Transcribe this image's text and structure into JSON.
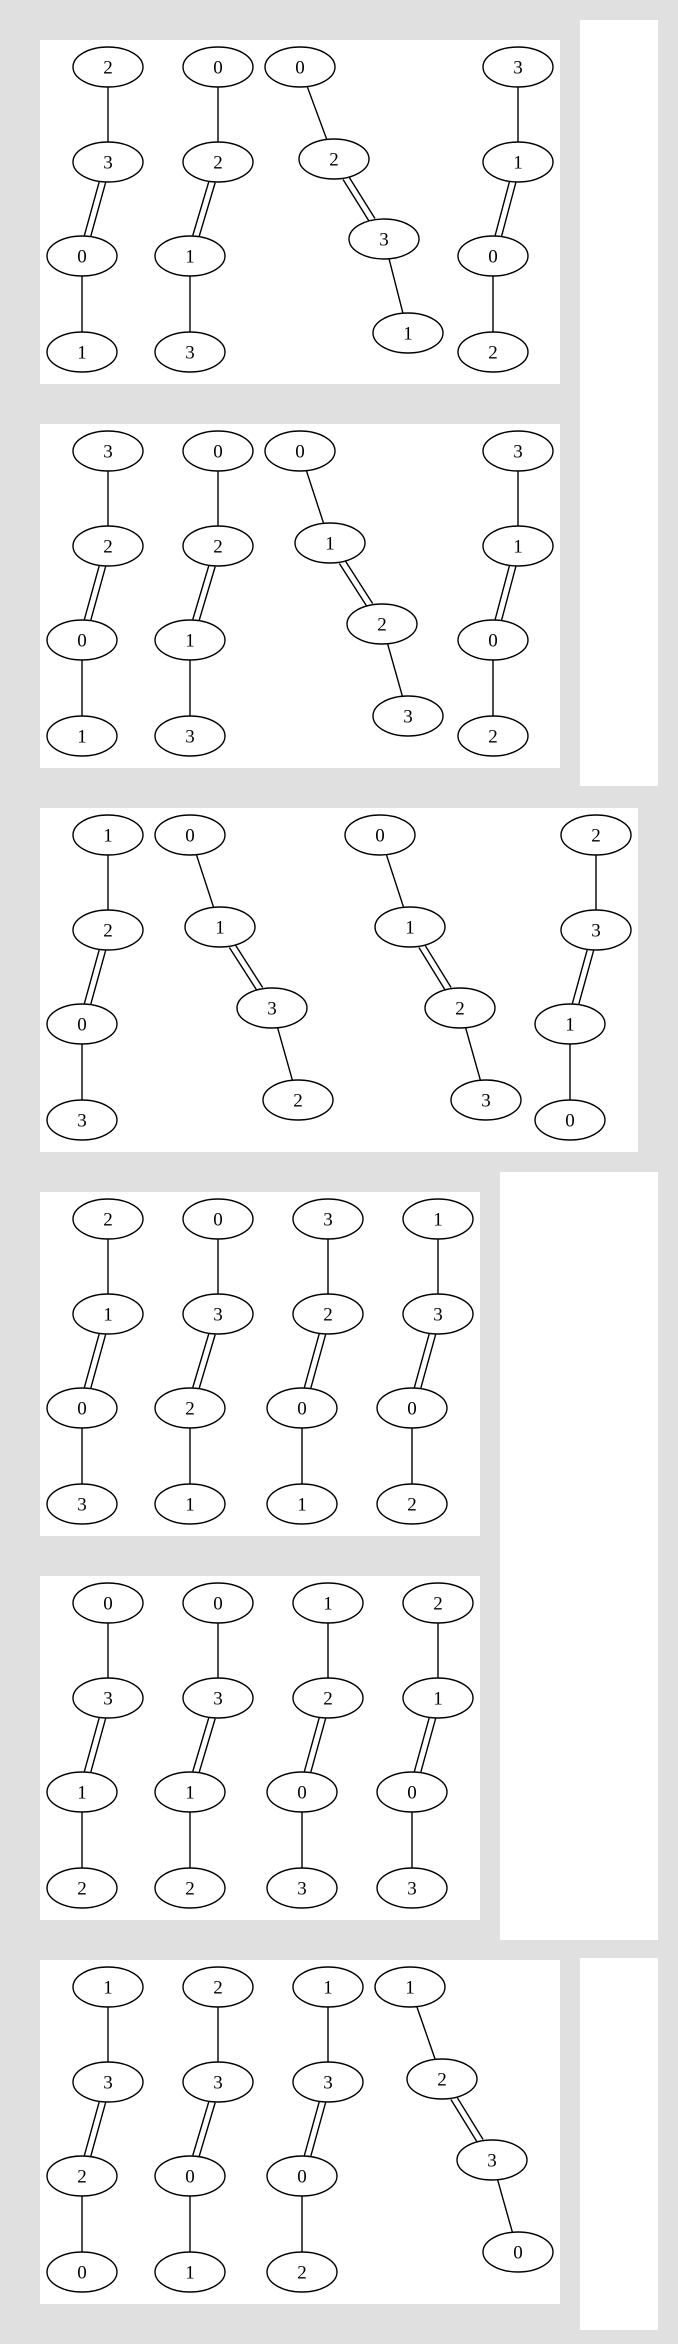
{
  "stroke_color": "#000000",
  "node_fill": "#ffffff",
  "panel_color": "#ffffff",
  "background_color": "#e0e0e0",
  "panels": [
    {
      "trees": [
        {
          "labels": [
            "2",
            "3",
            "0",
            "1"
          ],
          "edges": [
            "single",
            "double",
            "single"
          ]
        },
        {
          "labels": [
            "0",
            "2",
            "1",
            "3"
          ],
          "edges": [
            "single",
            "double",
            "single"
          ]
        },
        {
          "labels": [
            "0",
            "2",
            "3",
            "1"
          ],
          "edges": [
            "single",
            "double",
            "single"
          ]
        },
        {
          "labels": [
            "3",
            "1",
            "0",
            "2"
          ],
          "edges": [
            "single",
            "double",
            "single"
          ]
        }
      ]
    },
    {
      "trees": [
        {
          "labels": [
            "3",
            "2",
            "0",
            "1"
          ],
          "edges": [
            "single",
            "double",
            "single"
          ]
        },
        {
          "labels": [
            "0",
            "2",
            "1",
            "3"
          ],
          "edges": [
            "single",
            "double",
            "single"
          ]
        },
        {
          "labels": [
            "0",
            "1",
            "2",
            "3"
          ],
          "edges": [
            "single",
            "double",
            "single"
          ]
        },
        {
          "labels": [
            "3",
            "1",
            "0",
            "2"
          ],
          "edges": [
            "single",
            "double",
            "single"
          ]
        }
      ]
    },
    {
      "trees": [
        {
          "labels": [
            "1",
            "2",
            "0",
            "3"
          ],
          "edges": [
            "single",
            "double",
            "single"
          ]
        },
        {
          "labels": [
            "0",
            "1",
            "3",
            "2"
          ],
          "edges": [
            "single",
            "double",
            "single"
          ]
        },
        {
          "labels": [
            "0",
            "1",
            "2",
            "3"
          ],
          "edges": [
            "single",
            "double",
            "single"
          ]
        },
        {
          "labels": [
            "2",
            "3",
            "1",
            "0"
          ],
          "edges": [
            "single",
            "double",
            "single"
          ]
        }
      ]
    },
    {
      "trees": [
        {
          "labels": [
            "2",
            "1",
            "0",
            "3"
          ],
          "edges": [
            "single",
            "double",
            "single"
          ]
        },
        {
          "labels": [
            "0",
            "3",
            "2",
            "1"
          ],
          "edges": [
            "single",
            "double",
            "single"
          ]
        },
        {
          "labels": [
            "3",
            "2",
            "0",
            "1"
          ],
          "edges": [
            "single",
            "double",
            "single"
          ]
        },
        {
          "labels": [
            "1",
            "3",
            "0",
            "2"
          ],
          "edges": [
            "single",
            "double",
            "single"
          ]
        }
      ]
    },
    {
      "trees": [
        {
          "labels": [
            "0",
            "3",
            "1",
            "2"
          ],
          "edges": [
            "single",
            "double",
            "single"
          ]
        },
        {
          "labels": [
            "0",
            "3",
            "1",
            "2"
          ],
          "edges": [
            "single",
            "double",
            "single"
          ]
        },
        {
          "labels": [
            "1",
            "2",
            "0",
            "3"
          ],
          "edges": [
            "single",
            "double",
            "single"
          ]
        },
        {
          "labels": [
            "2",
            "1",
            "0",
            "3"
          ],
          "edges": [
            "single",
            "double",
            "single"
          ]
        }
      ]
    },
    {
      "trees": [
        {
          "labels": [
            "1",
            "3",
            "2",
            "0"
          ],
          "edges": [
            "single",
            "double",
            "single"
          ]
        },
        {
          "labels": [
            "2",
            "3",
            "0",
            "1"
          ],
          "edges": [
            "single",
            "double",
            "single"
          ]
        },
        {
          "labels": [
            "1",
            "3",
            "0",
            "2"
          ],
          "edges": [
            "single",
            "double",
            "single"
          ]
        },
        {
          "labels": [
            "1",
            "2",
            "3",
            "0"
          ],
          "edges": [
            "single",
            "double",
            "single"
          ]
        }
      ]
    }
  ]
}
